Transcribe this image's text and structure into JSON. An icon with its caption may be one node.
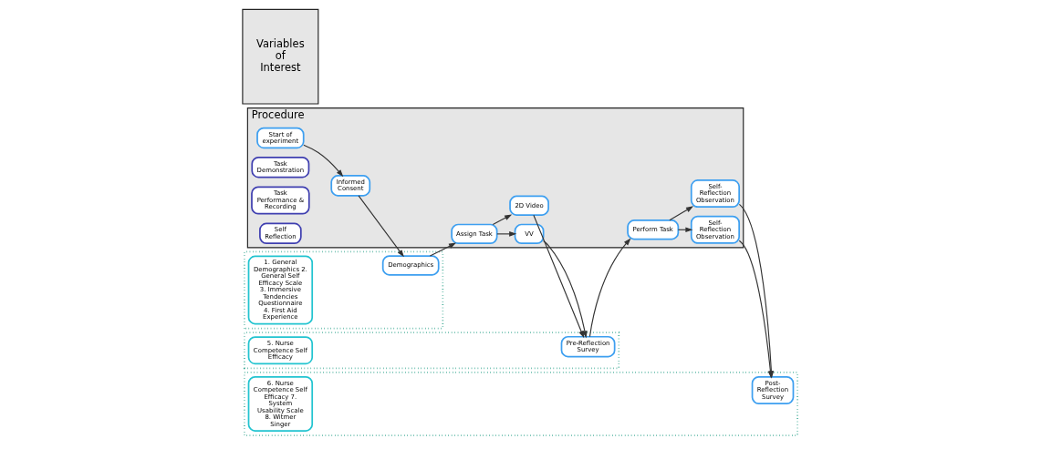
{
  "diagram": {
    "nodes": [
      {
        "text": [
          "Procedure"
        ]
      },
      {
        "text": [
          "Variables of Interest"
        ]
      },
      {
        "text": [
          "Start of experiment"
        ],
        "in": 0
      },
      {
        "text": [
          "Informed Consent"
        ],
        "in": 0
      },
      {
        "text": [],
        "shape": "box"
      },
      {
        "text": [
          "Demographics"
        ],
        "in": 4
      },
      {
        "text": [
          "Assign Task"
        ],
        "in": 0
      },
      {
        "text": [
          "Task Demonstration"
        ],
        "in": 0
      },
      {
        "text": [
          "VV"
        ],
        "in": 0
      },
      {
        "text": [
          "2D Video"
        ],
        "in": 0
      },
      {
        "text": [],
        "shape": "box"
      },
      {
        "text": [
          "Pre-Reflection Survey"
        ],
        "in": 10
      },
      {
        "text": [
          "Task Performance & Recording"
        ],
        "in": 0
      },
      {
        "text": [
          "Self Reflection"
        ],
        "in": 0
      },
      {
        "text": [
          "Perform Task"
        ],
        "in": 0
      },
      {
        "text": [
          "Self-Reflection Observation"
        ],
        "in": 0
      },
      {
        "text": [
          "Self-Reflection Observation"
        ],
        "in": 0
      },
      {
        "text": [],
        "shape": "box"
      },
      {
        "text": [
          "Post-Reflection Survey"
        ],
        "in": 17
      },
      {
        "text": [
          "1. General Demographics 2. General Self Efficacy Scale 3. Immersive Tendencies Questionnaire 4. First Aid Experience"
        ],
        "in": 4
      },
      {
        "text": [
          "5. Nurse Competence Self Efficacy"
        ],
        "in": 10
      },
      {
        "text": [
          "6. Nurse Competence Self Efficacy 7. System Usability Scale 8. Witmer Singer"
        ],
        "in": 17
      }
    ],
    "edges": [
      {
        "from": 2,
        "to": 3,
        "arrow": "to"
      },
      {
        "from": 3,
        "to": 5,
        "arrow": "to"
      },
      {
        "from": 5,
        "to": 6,
        "arrow": "to"
      },
      {
        "from": 6,
        "to": 8,
        "arrow": "to"
      },
      {
        "from": 6,
        "to": 9,
        "arrow": "to"
      },
      {
        "from": 8,
        "to": 11,
        "arrow": "to"
      },
      {
        "from": 9,
        "to": 11,
        "arrow": "to"
      },
      {
        "from": 11,
        "to": 14,
        "arrow": "to"
      },
      {
        "from": 14,
        "to": 15,
        "arrow": "to"
      },
      {
        "from": 14,
        "to": 16,
        "arrow": "to"
      },
      {
        "from": 15,
        "to": 18,
        "arrow": "to"
      },
      {
        "from": 16,
        "to": 18,
        "arrow": "to"
      }
    ]
  }
}
